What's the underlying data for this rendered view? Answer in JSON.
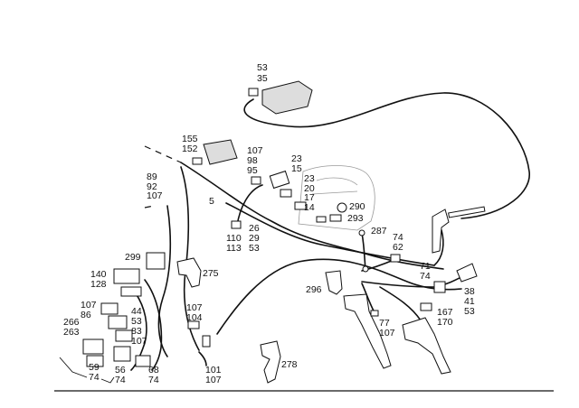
{
  "labels": {
    "l53_35": [
      "53",
      "35"
    ],
    "l155_152": [
      "155",
      "152"
    ],
    "l107_98_95": [
      "107",
      "98",
      "95"
    ],
    "l23_15": [
      "23",
      "15"
    ],
    "l23_20_17_14": [
      "23",
      "20",
      "17",
      "14"
    ],
    "l89_92_107": [
      "89",
      "92",
      "107"
    ],
    "l5": [
      "5"
    ],
    "l290": [
      "290"
    ],
    "l293": [
      "293"
    ],
    "l287": [
      "287"
    ],
    "l74_62": [
      "74",
      "62"
    ],
    "l110_113": [
      "110",
      "113"
    ],
    "l26_29_53": [
      "26",
      "29",
      "53"
    ],
    "l299": [
      "299"
    ],
    "l275": [
      "275"
    ],
    "l140_128": [
      "140",
      "128"
    ],
    "l71_74": [
      "71",
      "74"
    ],
    "l296": [
      "296"
    ],
    "l38_41_53": [
      "38",
      "41",
      "53"
    ],
    "l107_86": [
      "107",
      "86"
    ],
    "l44_53": [
      "44",
      "53"
    ],
    "l107_104": [
      "107",
      "104"
    ],
    "l167_170": [
      "167",
      "170"
    ],
    "l266_263": [
      "266",
      "263"
    ],
    "l83_107": [
      "83",
      "107"
    ],
    "l77_107": [
      "77",
      "107"
    ],
    "l59_74": [
      "59",
      "74"
    ],
    "l56_74": [
      "56",
      "74"
    ],
    "l68_74": [
      "68",
      "74"
    ],
    "l101_107": [
      "101",
      "107"
    ],
    "l278": [
      "278"
    ]
  }
}
